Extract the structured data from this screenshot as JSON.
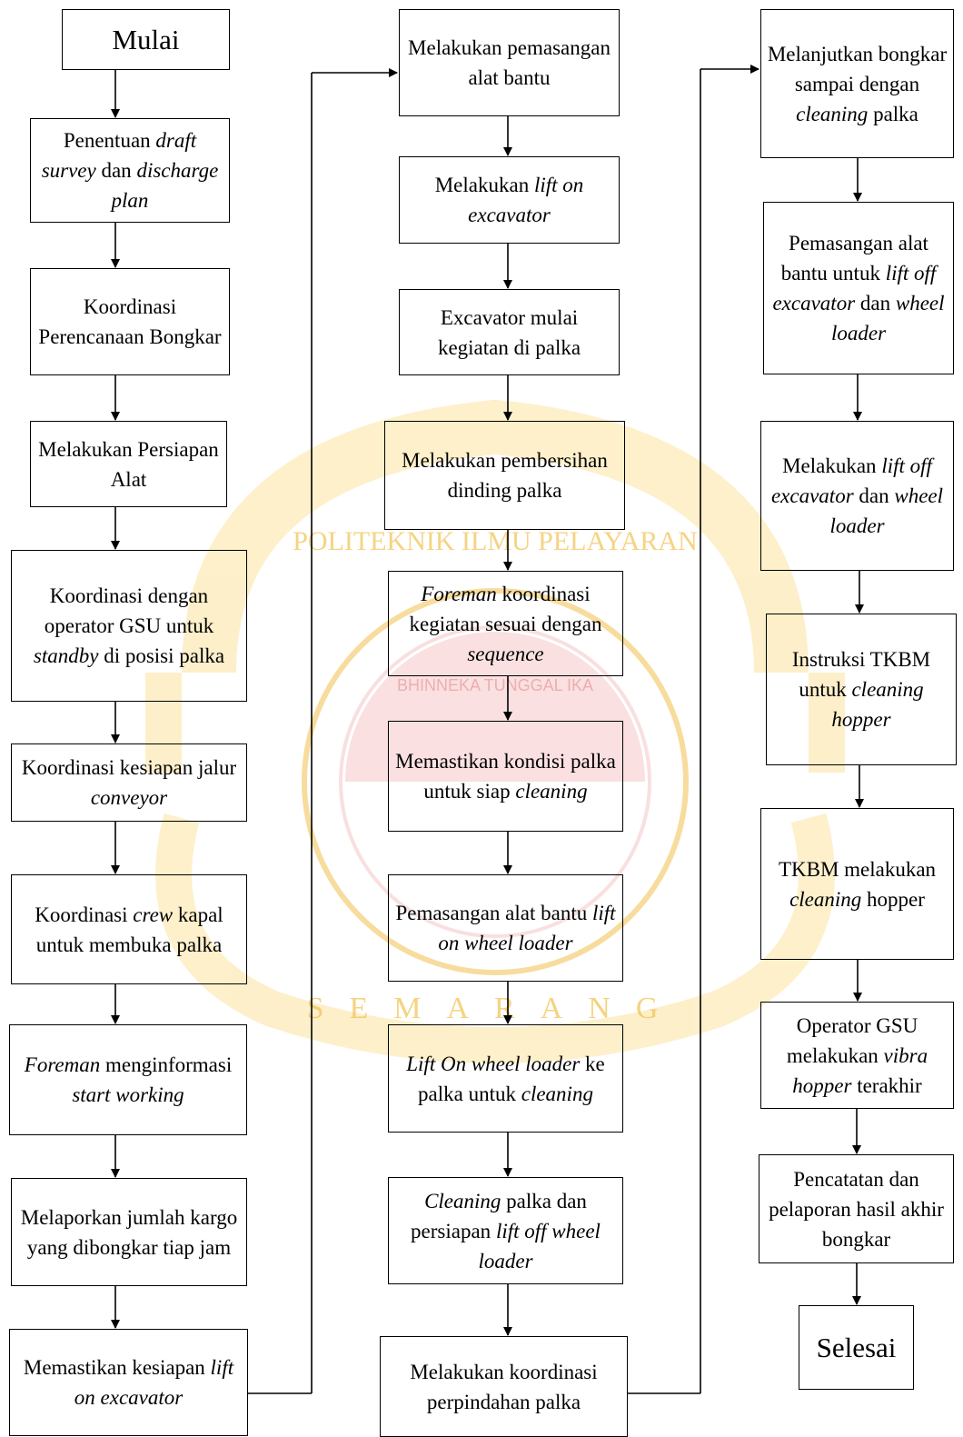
{
  "diagram": {
    "watermark_text": "POLITEKNIK ILMU PELAYARAN",
    "watermark_inner_text": "BHINNEKA TUNGGAL IKA",
    "watermark_city": "SEMARANG",
    "watermark_color": "#f2c14e",
    "column_1": [
      {
        "id": "mulai",
        "text": [
          "Mulai"
        ]
      },
      {
        "id": "penentuan-draft-survey",
        "text": [
          "Penentuan ",
          "draft",
          " ",
          "survey",
          " dan ",
          "discharge plan"
        ]
      },
      {
        "id": "koordinasi-perencanaan-bongkar",
        "text": [
          "Koordinasi Perencanaan Bongkar"
        ]
      },
      {
        "id": "melakukan-persiapan-alat",
        "text": [
          "Melakukan Persiapan Alat"
        ]
      },
      {
        "id": "koordinasi-operator-gsu",
        "text": [
          "Koordinasi dengan operator GSU untuk ",
          "standby",
          " di posisi palka"
        ]
      },
      {
        "id": "koordinasi-kesiapan-conveyor",
        "text": [
          "Koordinasi kesiapan jalur ",
          "conveyor"
        ]
      },
      {
        "id": "koordinasi-crew-kapal",
        "text": [
          "Koordinasi ",
          "crew",
          " kapal untuk membuka palka"
        ]
      },
      {
        "id": "foreman-start-working",
        "text": [
          "Foreman",
          " menginformasi ",
          "start working"
        ]
      },
      {
        "id": "melaporkan-jumlah-kargo",
        "text": [
          "Melaporkan jumlah kargo yang dibongkar tiap jam"
        ]
      },
      {
        "id": "memastikan-kesiapan-lift-on",
        "text": [
          "Memastikan kesiapan ",
          "lift on excavator"
        ]
      }
    ],
    "column_2": [
      {
        "id": "pemasangan-alat-bantu",
        "text": [
          "Melakukan pemasangan alat bantu"
        ]
      },
      {
        "id": "lift-on-excavator",
        "text": [
          "Melakukan ",
          "lift on excavator"
        ]
      },
      {
        "id": "excavator-mulai-kegiatan",
        "text": [
          "Excavator mulai kegiatan di palka"
        ]
      },
      {
        "id": "pembersihan-dinding-palka",
        "text": [
          "Melakukan pembersihan dinding palka"
        ]
      },
      {
        "id": "foreman-koordinasi-sequence",
        "text": [
          "Foreman",
          " koordinasi kegiatan sesuai dengan ",
          "sequence"
        ]
      },
      {
        "id": "memastikan-kondisi-palka",
        "text": [
          "Memastikan kondisi palka untuk siap ",
          "cleaning"
        ]
      },
      {
        "id": "pemasangan-alat-bantu-wheel-loader",
        "text": [
          "Pemasangan alat bantu ",
          "lift on wheel loader"
        ]
      },
      {
        "id": "lift-on-wheel-loader",
        "text": [
          "Lift On wheel loader",
          " ke palka untuk ",
          "cleaning"
        ]
      },
      {
        "id": "cleaning-palka",
        "text": [
          "Cleaning",
          " palka dan persiapan ",
          "lift off wheel loader"
        ]
      },
      {
        "id": "koordinasi-perpindahan-palka",
        "text": [
          "Melakukan koordinasi perpindahan palka"
        ]
      }
    ],
    "column_3": [
      {
        "id": "melanjutkan-bongkar",
        "text": [
          "Melanjutkan bongkar sampai dengan ",
          "cleaning",
          " palka"
        ]
      },
      {
        "id": "pemasangan-alat-bantu-lift-off",
        "text": [
          "Pemasangan alat bantu untuk ",
          "lift off excavator",
          " dan ",
          "wheel loader"
        ]
      },
      {
        "id": "lift-off-excavator",
        "text": [
          "Melakukan ",
          "lift off excavator",
          " dan ",
          "wheel loader"
        ]
      },
      {
        "id": "instruksi-tkbm",
        "text": [
          "Instruksi TKBM untuk ",
          "cleaning hopper"
        ]
      },
      {
        "id": "tkbm-cleaning-hopper",
        "text": [
          "TKBM melakukan ",
          "cleaning",
          " hopper"
        ]
      },
      {
        "id": "operator-gsu-vibra",
        "text": [
          "Operator GSU melakukan ",
          "vibra hopper",
          " terakhir"
        ]
      },
      {
        "id": "pencatatan-pelaporan",
        "text": [
          "Pencatatan dan pelaporan hasil akhir bongkar"
        ]
      },
      {
        "id": "selesai",
        "text": [
          "Selesai"
        ]
      }
    ]
  }
}
